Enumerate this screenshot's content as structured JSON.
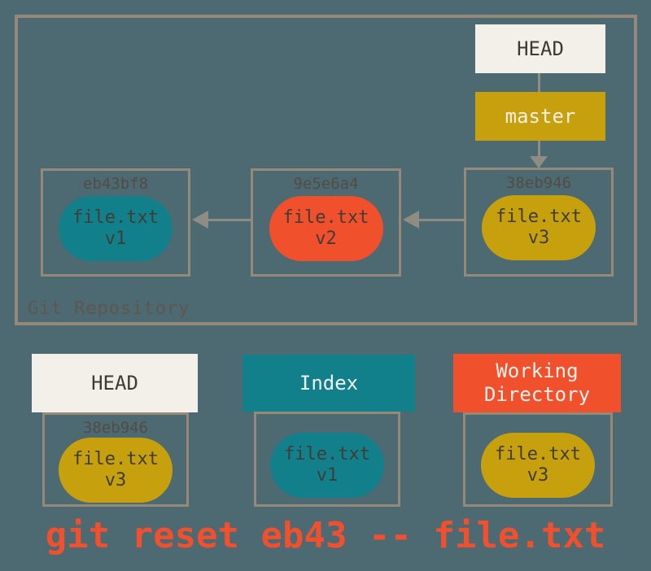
{
  "colors": {
    "background": "#4d6971",
    "box_border": "#95897a",
    "cream": "#f2f0e8",
    "gold": "#c7a00e",
    "teal": "#12808a",
    "red": "#f1502c",
    "arrow_gray": "#8f8c84",
    "command_red": "#f0502d"
  },
  "repository": {
    "label": "Git Repository",
    "head_ref": {
      "label": "HEAD"
    },
    "branch_ref": {
      "label": "master"
    },
    "commits": [
      {
        "hash": "eb43bf8",
        "file": "file.txt",
        "version": "v1",
        "blob_color": "teal"
      },
      {
        "hash": "9e5e6a4",
        "file": "file.txt",
        "version": "v2",
        "blob_color": "red"
      },
      {
        "hash": "38eb946",
        "file": "file.txt",
        "version": "v3",
        "blob_color": "gold"
      }
    ]
  },
  "areas": [
    {
      "title": "HEAD",
      "hash": "38eb946",
      "file": "file.txt",
      "version": "v3",
      "blob_color": "gold"
    },
    {
      "title": "Index",
      "file": "file.txt",
      "version": "v1",
      "blob_color": "teal"
    },
    {
      "title": "Working Directory",
      "file": "file.txt",
      "version": "v3",
      "blob_color": "gold"
    }
  ],
  "command": {
    "text": "git reset eb43 -- file.txt"
  }
}
